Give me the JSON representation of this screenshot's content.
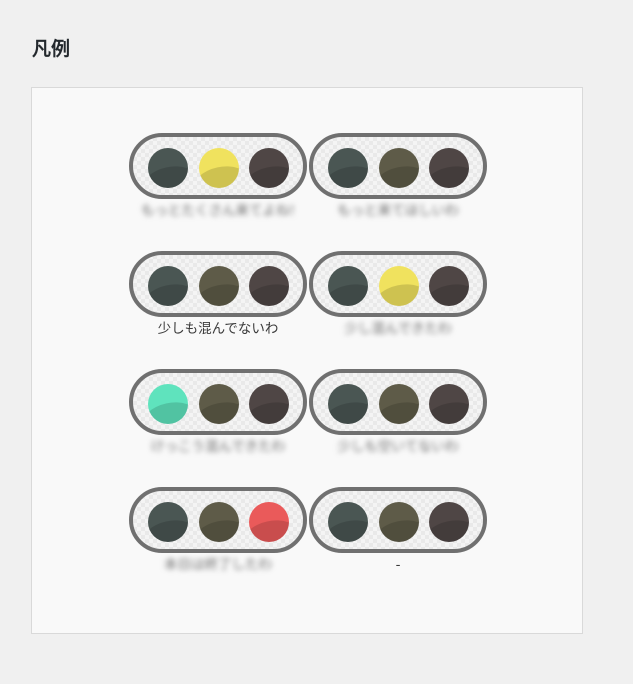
{
  "legend": {
    "title": "凡例",
    "items": [
      {
        "lamps": [
          {
            "color": "#4a5653"
          },
          {
            "color": "#f0e25e"
          },
          {
            "color": "#4f4645"
          }
        ],
        "caption": "もっとたくさん来てよね!",
        "caption_blurred": true
      },
      {
        "lamps": [
          {
            "color": "#4a5653"
          },
          {
            "color": "#5e5b48"
          },
          {
            "color": "#4f4645"
          }
        ],
        "caption": "もっと来てほしいわ",
        "caption_blurred": true
      },
      {
        "lamps": [
          {
            "color": "#4a5653"
          },
          {
            "color": "#5e5b48"
          },
          {
            "color": "#4f4645"
          }
        ],
        "caption": "少しも混んでないわ",
        "caption_blurred": false
      },
      {
        "lamps": [
          {
            "color": "#4a5653"
          },
          {
            "color": "#f0e25e"
          },
          {
            "color": "#4f4645"
          }
        ],
        "caption": "少し混んできたわ",
        "caption_blurred": true
      },
      {
        "lamps": [
          {
            "color": "#5fe3bd"
          },
          {
            "color": "#5e5b48"
          },
          {
            "color": "#4f4645"
          }
        ],
        "caption": "けっこう混んできたわ",
        "caption_blurred": true
      },
      {
        "lamps": [
          {
            "color": "#4a5653"
          },
          {
            "color": "#5e5b48"
          },
          {
            "color": "#4f4645"
          }
        ],
        "caption": "少しも空いてないわ",
        "caption_blurred": true
      },
      {
        "lamps": [
          {
            "color": "#4a5653"
          },
          {
            "color": "#5e5b48"
          },
          {
            "color": "#ea5a5a"
          }
        ],
        "caption": "本日は終了したわ",
        "caption_blurred": true
      },
      {
        "lamps": [
          {
            "color": "#4a5653"
          },
          {
            "color": "#5e5b48"
          },
          {
            "color": "#4f4645"
          }
        ],
        "caption": "-",
        "caption_blurred": false
      }
    ]
  }
}
